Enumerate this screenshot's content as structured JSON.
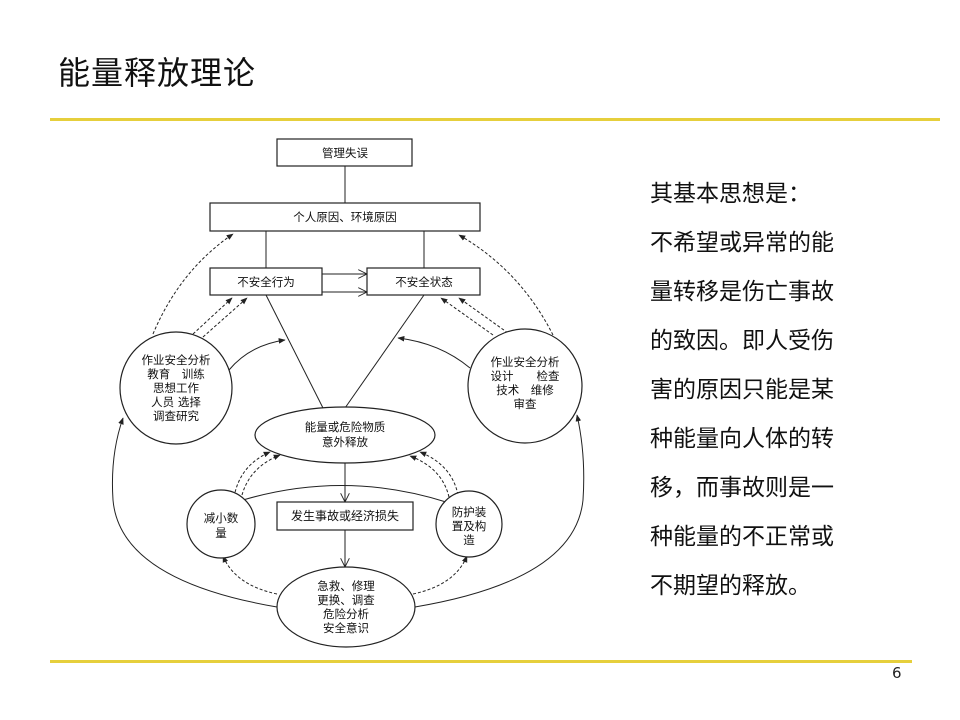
{
  "title": "能量释放理论",
  "page_number": "6",
  "description": {
    "lines": [
      "其基本思想是：",
      "不希望或异常的能",
      "量转移是伤亡事故",
      "的致因。即人受伤",
      "害的原因只能是某",
      "种能量向人体的转",
      "移，而事故则是一",
      "种能量的不正常或",
      "不期望的释放。"
    ]
  },
  "diagram": {
    "management_error": "管理失误",
    "personal_env_causes": "个人原因、环境原因",
    "unsafe_act": "不安全行为",
    "unsafe_condition": "不安全状态",
    "left_circle": [
      "作业安全分析",
      "教育　训练",
      "思想工作",
      "人员 选择",
      "调查研究"
    ],
    "right_circle": [
      "作业安全分析",
      "设计　　检查",
      "技术　维修",
      "审查"
    ],
    "energy_release": [
      "能量或危险物质",
      "意外释放"
    ],
    "reduce_quantity": [
      "减小数",
      "量"
    ],
    "accident_loss": "发生事故或经济损失",
    "protective_device": [
      "防护装",
      "置及构",
      "造"
    ],
    "response": [
      "急救、修理",
      "更换、调查",
      "危险分析",
      "安全意识"
    ]
  },
  "colors": {
    "accent_rule": "#e6cf3c"
  }
}
